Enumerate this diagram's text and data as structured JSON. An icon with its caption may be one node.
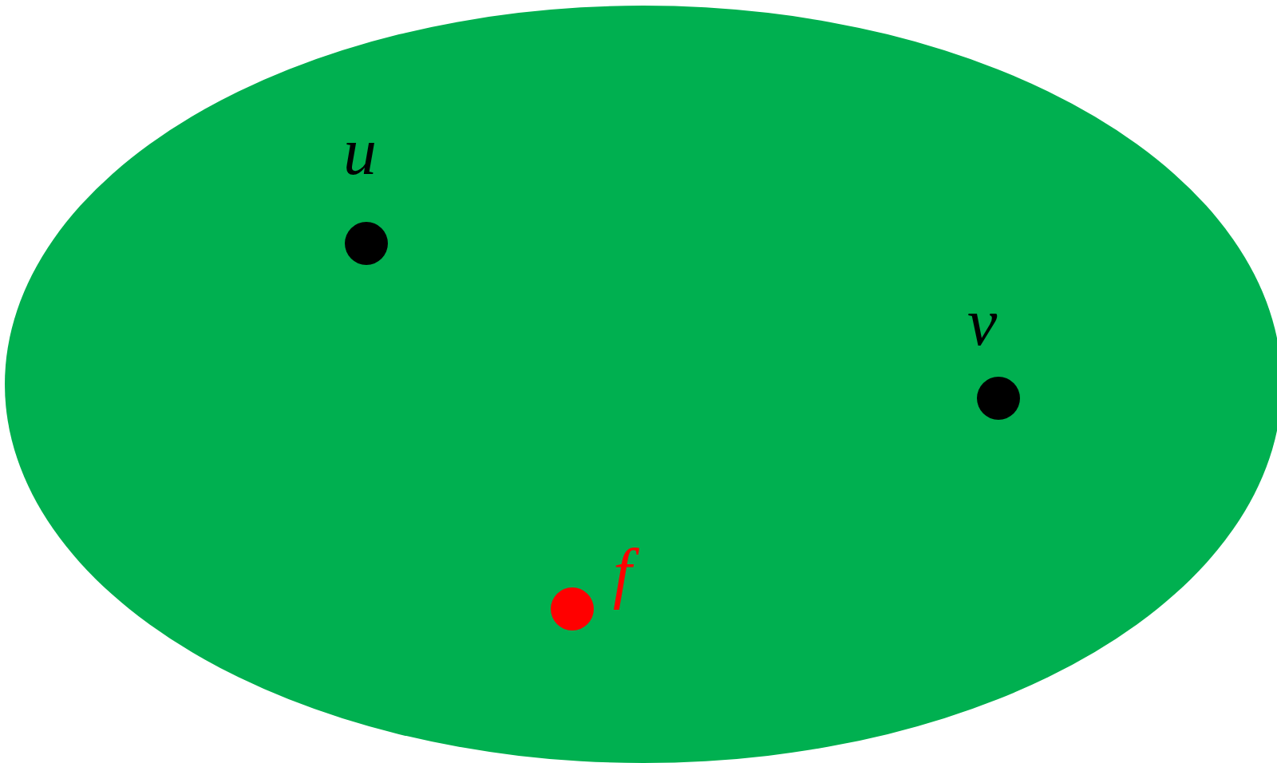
{
  "diagram": {
    "nodes": [
      {
        "text": [],
        "shape": "ellipse"
      },
      {
        "text": [],
        "shape": "circle",
        "in": 0,
        "beside": [
          "u"
        ]
      },
      {
        "text": [],
        "shape": "circle",
        "in": 0,
        "beside": [
          "v"
        ]
      },
      {
        "text": [],
        "shape": "circle",
        "in": 0,
        "beside": [
          "f"
        ]
      }
    ]
  }
}
